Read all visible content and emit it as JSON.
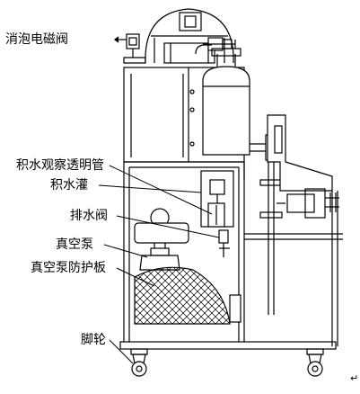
{
  "labels": {
    "defoam_valve": "消泡电磁阀",
    "sight_tube": "积水观察透明管",
    "water_tank": "积水灌",
    "drain_valve": "排水阀",
    "vacuum_pump": "真空泵",
    "pump_guard": "真空泵防护板",
    "caster": "脚轮"
  },
  "corner_mark": "↵"
}
